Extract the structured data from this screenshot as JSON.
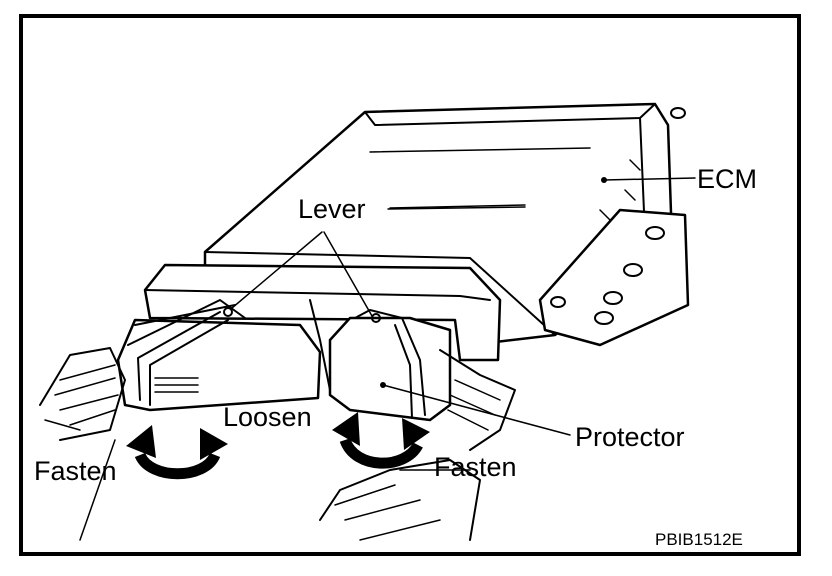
{
  "labels": {
    "ecm": "ECM",
    "lever": "Lever",
    "protector": "Protector",
    "loosen": "Loosen",
    "fasten_left": "Fasten",
    "fasten_right": "Fasten"
  },
  "figure_code": "PBIB1512E",
  "colors": {
    "ink": "#000000",
    "paper": "#ffffff"
  }
}
